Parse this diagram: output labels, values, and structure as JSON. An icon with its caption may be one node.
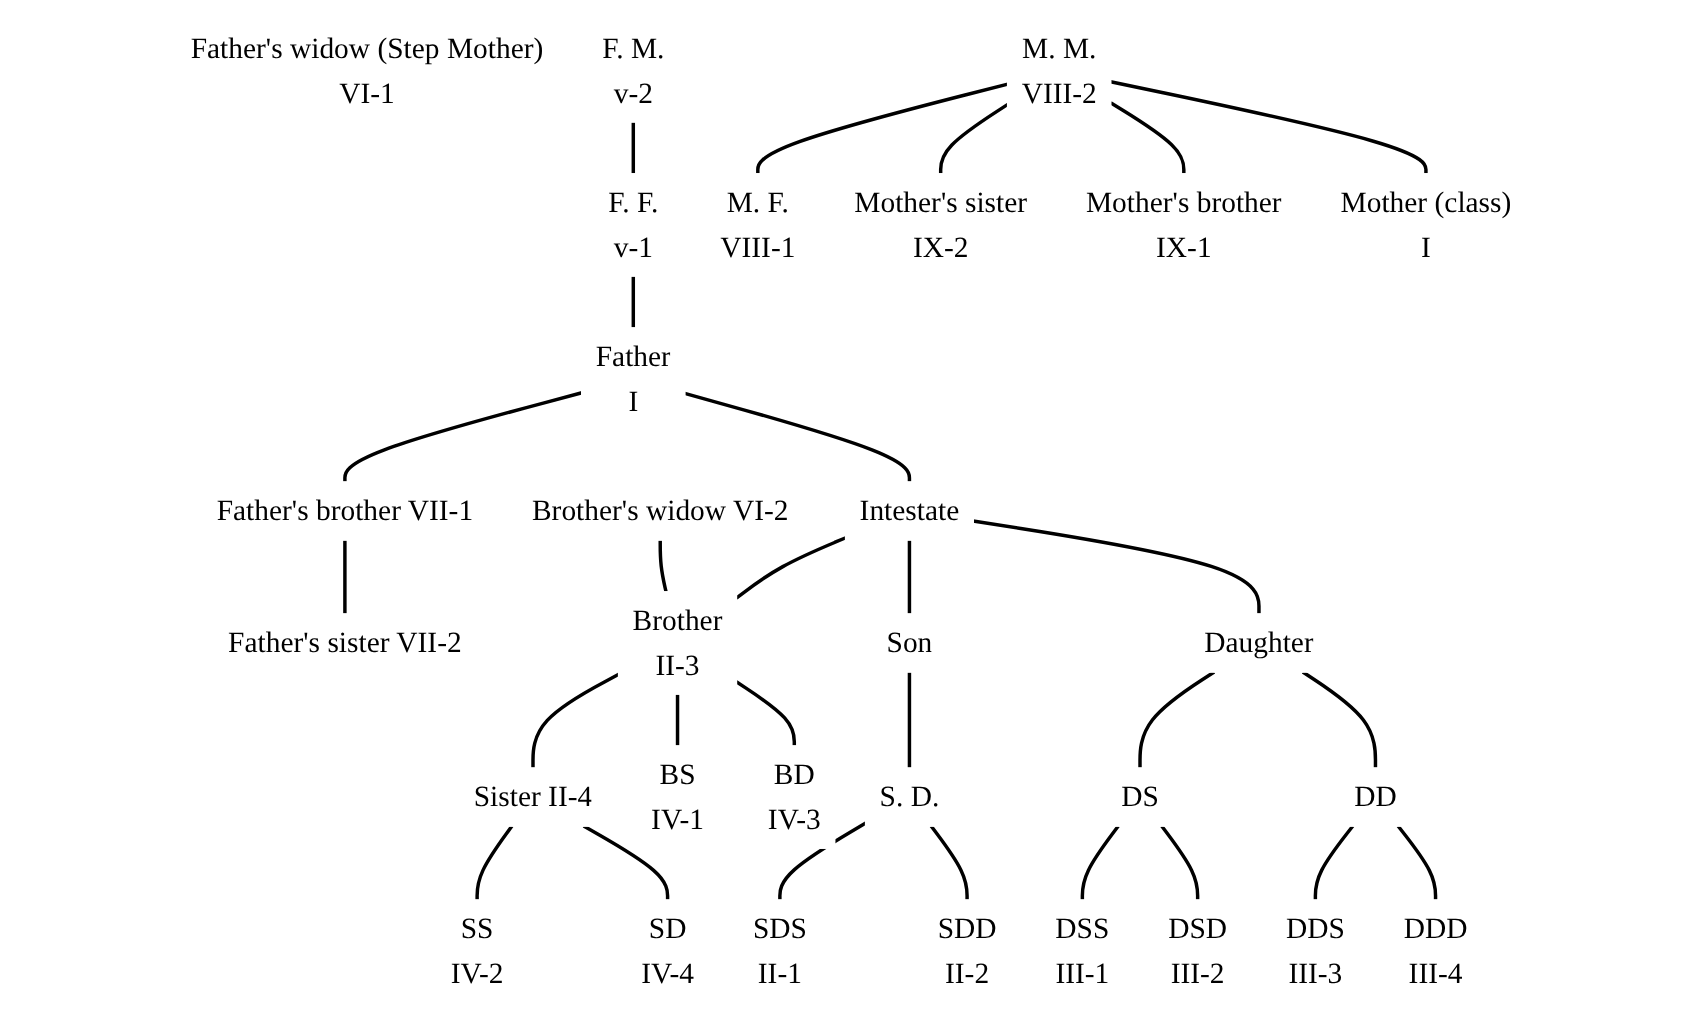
{
  "diagram": {
    "nodes": [
      {
        "text": [
          "F. M.",
          "v-2"
        ]
      },
      {
        "text": [
          "F. F.",
          "v-1"
        ]
      },
      {
        "text": [
          "M. M.",
          "VIII-2"
        ]
      },
      {
        "text": [
          "M. F.",
          "VIII-1"
        ]
      },
      {
        "text": [
          "Father",
          "I"
        ]
      },
      {
        "text": [
          "Father's brother VII-1"
        ]
      },
      {
        "text": [
          "Father's sister VII-2"
        ]
      },
      {
        "text": [
          "Mother's sister",
          "IX-2"
        ]
      },
      {
        "text": [
          "Mother's brother",
          "IX-1"
        ]
      },
      {
        "text": [
          "Mother (class)",
          "I"
        ]
      },
      {
        "text": [
          "Father's widow (Step Mother)",
          "VI-1"
        ]
      },
      {
        "text": [
          "Intestate"
        ]
      },
      {
        "text": [
          "Brother",
          "II-3"
        ]
      },
      {
        "text": [
          "Brother's widow VI-2"
        ]
      },
      {
        "text": [
          "Sister II-4"
        ]
      },
      {
        "text": [
          "Son"
        ]
      },
      {
        "text": [
          "Daughter"
        ]
      },
      {
        "text": [
          "BS",
          "IV-1"
        ]
      },
      {
        "text": [
          "BD",
          "IV-3"
        ]
      },
      {
        "text": [
          "SS",
          "IV-2"
        ]
      },
      {
        "text": [
          "SD",
          "IV-4"
        ]
      },
      {
        "text": [
          "S. D."
        ]
      },
      {
        "text": [
          "DS"
        ]
      },
      {
        "text": [
          "DD"
        ]
      },
      {
        "text": [
          "SDS",
          "II-1"
        ]
      },
      {
        "text": [
          "SDD",
          "II-2"
        ]
      },
      {
        "text": [
          "DSS",
          "III-1"
        ]
      },
      {
        "text": [
          "DSD",
          "III-2"
        ]
      },
      {
        "text": [
          "DDS",
          "III-3"
        ]
      },
      {
        "text": [
          "DDD",
          "III-4"
        ]
      }
    ],
    "edges": [
      {
        "from": 0,
        "to": 1,
        "arrow": "none"
      },
      {
        "from": 1,
        "to": 4,
        "arrow": "none"
      },
      {
        "from": 2,
        "to": 3,
        "arrow": "none"
      },
      {
        "from": 2,
        "to": 7,
        "arrow": "none"
      },
      {
        "from": 2,
        "to": 8,
        "arrow": "none"
      },
      {
        "from": 2,
        "to": 9,
        "arrow": "none"
      },
      {
        "from": 4,
        "to": 5,
        "arrow": "none"
      },
      {
        "from": 5,
        "to": 6,
        "arrow": "none"
      },
      {
        "from": 4,
        "to": 11,
        "arrow": "none"
      },
      {
        "from": 13,
        "to": 12,
        "arrow": "none"
      },
      {
        "from": 11,
        "to": 12,
        "arrow": "none"
      },
      {
        "from": 12,
        "to": 14,
        "arrow": "none"
      },
      {
        "from": 11,
        "to": 15,
        "arrow": "none"
      },
      {
        "from": 11,
        "to": 16,
        "arrow": "none"
      },
      {
        "from": 12,
        "to": 17,
        "arrow": "none"
      },
      {
        "from": 12,
        "to": 18,
        "arrow": "none"
      },
      {
        "from": 14,
        "to": 19,
        "arrow": "none"
      },
      {
        "from": 14,
        "to": 20,
        "arrow": "none"
      },
      {
        "from": 15,
        "to": 21,
        "arrow": "none"
      },
      {
        "from": 21,
        "to": 24,
        "arrow": "none"
      },
      {
        "from": 21,
        "to": 25,
        "arrow": "none"
      },
      {
        "from": 16,
        "to": 22,
        "arrow": "none"
      },
      {
        "from": 16,
        "to": 23,
        "arrow": "none"
      },
      {
        "from": 22,
        "to": 26,
        "arrow": "none"
      },
      {
        "from": 22,
        "to": 27,
        "arrow": "none"
      },
      {
        "from": 23,
        "to": 28,
        "arrow": "none"
      },
      {
        "from": 23,
        "to": 29,
        "arrow": "none"
      }
    ]
  }
}
